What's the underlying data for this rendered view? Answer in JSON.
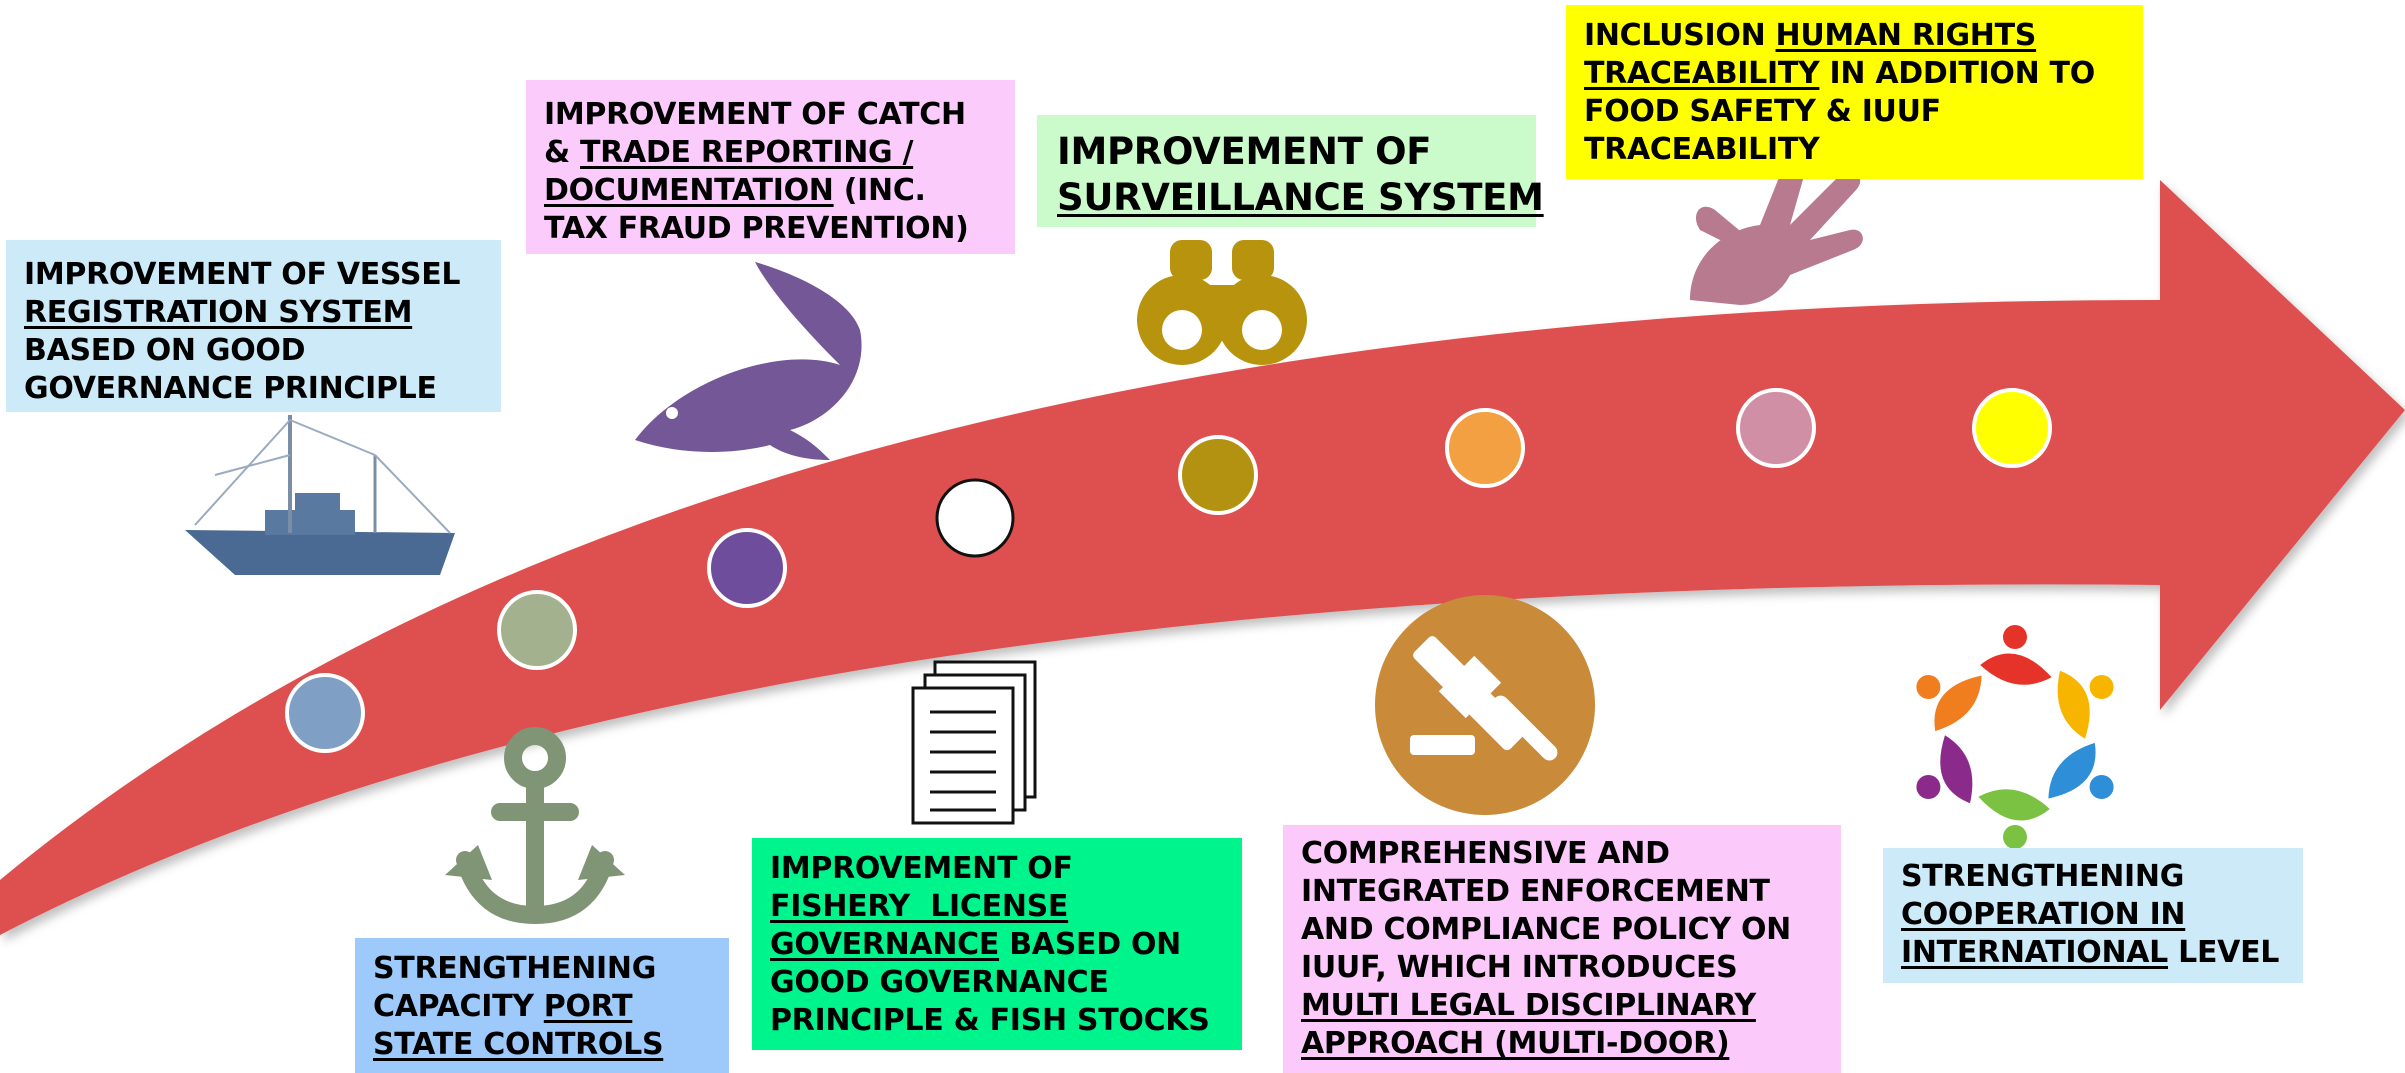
{
  "colors": {
    "arrow": "#de4f4f",
    "vessel_box": "#cdeaf9",
    "port_box": "#9ec9fb",
    "catch_box": "#fbccfb",
    "license_box": "#00f48c",
    "surveillance_box": "#ccfbcb",
    "enforcement_box": "#fbcafb",
    "traceability_box": "#ffff00",
    "cooperation_box": "#cdeaf9"
  },
  "milestones": [
    {
      "color": "#7f9fc4"
    },
    {
      "color": "#a3b18e"
    },
    {
      "color": "#6e4d9c"
    },
    {
      "color": "#ffffff"
    },
    {
      "color": "#b39212"
    },
    {
      "color": "#f2a041"
    },
    {
      "color": "#d18fa6"
    },
    {
      "color": "#ffff00"
    }
  ],
  "icons": {
    "vessel": "fishing-boat-icon",
    "fish": "fish-icon",
    "anchor": "anchor-icon",
    "documents": "documents-icon",
    "binoculars": "binoculars-icon",
    "gavel": "gavel-icon",
    "hand": "human-rights-hand-icon",
    "cooperation": "people-circle-icon"
  },
  "boxes": {
    "vessel": {
      "l1": "IMPROVEMENT OF VESSEL",
      "l2u": "REGISTRATION SYSTEM",
      "l3": "BASED ON GOOD",
      "l4": "GOVERNANCE PRINCIPLE"
    },
    "port": {
      "l1": "STRENGTHENING",
      "l2a": "CAPACITY ",
      "l2u": "PORT",
      "l3u": "STATE CONTROLS"
    },
    "catch": {
      "l1": "IMPROVEMENT OF CATCH",
      "l2a": "& ",
      "l2u": "TRADE REPORTING /",
      "l3u": "DOCUMENTATION",
      "l3b": " (INC.",
      "l4": "TAX FRAUD PREVENTION)"
    },
    "license": {
      "l1": "IMPROVEMENT OF",
      "l2u": "FISHERY  LICENSE",
      "l3u": "GOVERNANCE",
      "l3b": " BASED ON",
      "l4": "GOOD GOVERNANCE",
      "l5": "PRINCIPLE & FISH STOCKS"
    },
    "surveillance": {
      "l1": "IMPROVEMENT OF",
      "l2u": "SURVEILLANCE SYSTEM"
    },
    "enforcement": {
      "l1": "COMPREHENSIVE AND",
      "l2": "INTEGRATED ENFORCEMENT",
      "l3": "AND COMPLIANCE POLICY ON",
      "l4": "IUUF, WHICH INTRODUCES",
      "l5u": "MULTI LEGAL DISCIPLINARY",
      "l6u": "APPROACH (MULTI-DOOR)"
    },
    "traceability": {
      "l1a": "INCLUSION ",
      "l1u": "HUMAN RIGHTS",
      "l2u": "TRACEABILITY",
      "l2b": " IN ADDITION TO",
      "l3": "FOOD SAFETY & IUUF",
      "l4": "TRACEABILITY"
    },
    "cooperation": {
      "l1": "STRENGTHENING",
      "l2u": "COOPERATION IN",
      "l3u": "INTERNATIONAL",
      "l3b": " LEVEL"
    }
  }
}
